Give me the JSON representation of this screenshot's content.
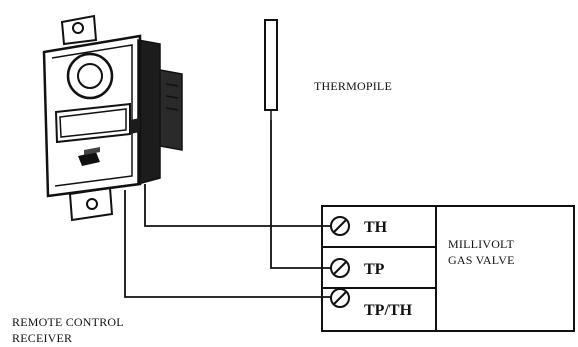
{
  "labels": {
    "thermopile": "THERMOPILE",
    "valve_line1": "MILLIVOLT",
    "valve_line2": "GAS VALVE",
    "receiver_line1": "REMOTE CONTROL",
    "receiver_line2": "RECEIVER"
  },
  "terminals": [
    {
      "label": "TH"
    },
    {
      "label": "TP"
    },
    {
      "label": "TP/TH"
    }
  ],
  "colors": {
    "line": "#111111",
    "background": "#ffffff"
  }
}
